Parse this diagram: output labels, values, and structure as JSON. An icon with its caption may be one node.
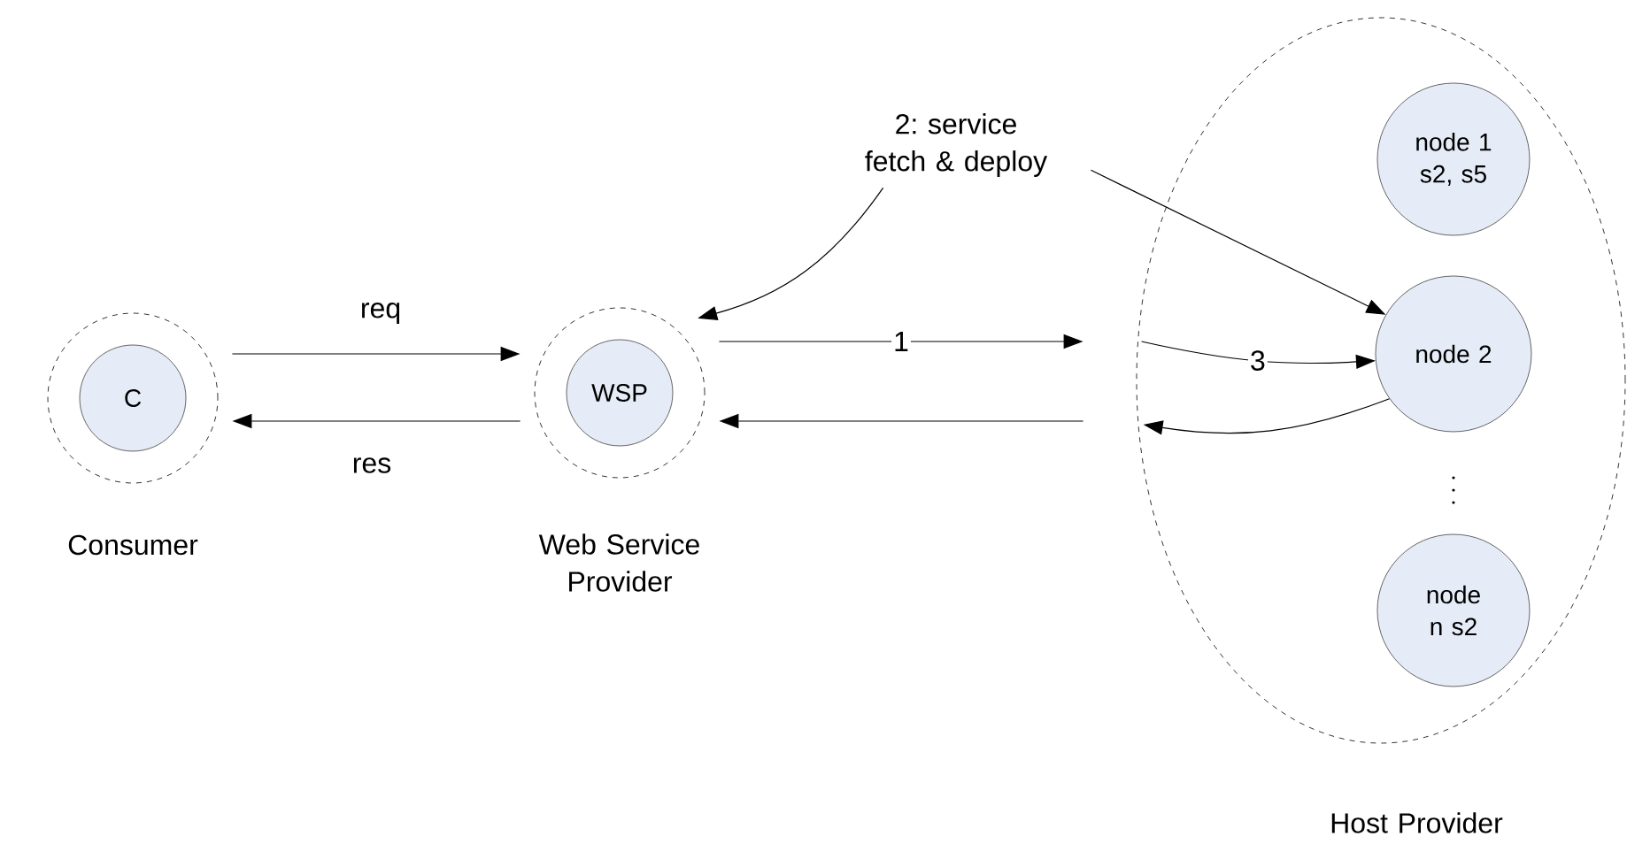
{
  "diagram": {
    "nodes": [
      {
        "text": [],
        "shape": "circle",
        "beside": [
          "Consumer"
        ]
      },
      {
        "text": [
          "C"
        ],
        "in": 0
      },
      {
        "text": [],
        "shape": "circle",
        "beside": [
          "Web Service Provider"
        ]
      },
      {
        "text": [
          "WSP"
        ],
        "in": 2
      },
      {
        "text": [],
        "shape": "ellipse",
        "beside": [
          "Host Provider"
        ]
      },
      {
        "text": [
          "node 1 s2, s5"
        ],
        "in": 4
      },
      {
        "text": [
          "node 2"
        ],
        "in": 4
      },
      {
        "text": [
          "node n s2"
        ],
        "in": 4
      },
      {
        "text": [
          "2: service fetch & deploy"
        ]
      }
    ],
    "edges": [
      {
        "from": 0,
        "to": 2,
        "arrow": "to",
        "label": "req"
      },
      {
        "from": 2,
        "to": 0,
        "arrow": "to",
        "label": "res"
      },
      {
        "from": 2,
        "to": 4,
        "arrow": "to",
        "label": "1"
      },
      {
        "from": 4,
        "to": 2,
        "arrow": "to"
      },
      {
        "from": 4,
        "to": 6,
        "arrow": "to",
        "label": "3"
      },
      {
        "from": 6,
        "to": 4,
        "arrow": "to"
      },
      {
        "from": 8,
        "to": 2,
        "arrow": "to"
      },
      {
        "from": 8,
        "to": 6,
        "arrow": "to"
      }
    ]
  }
}
